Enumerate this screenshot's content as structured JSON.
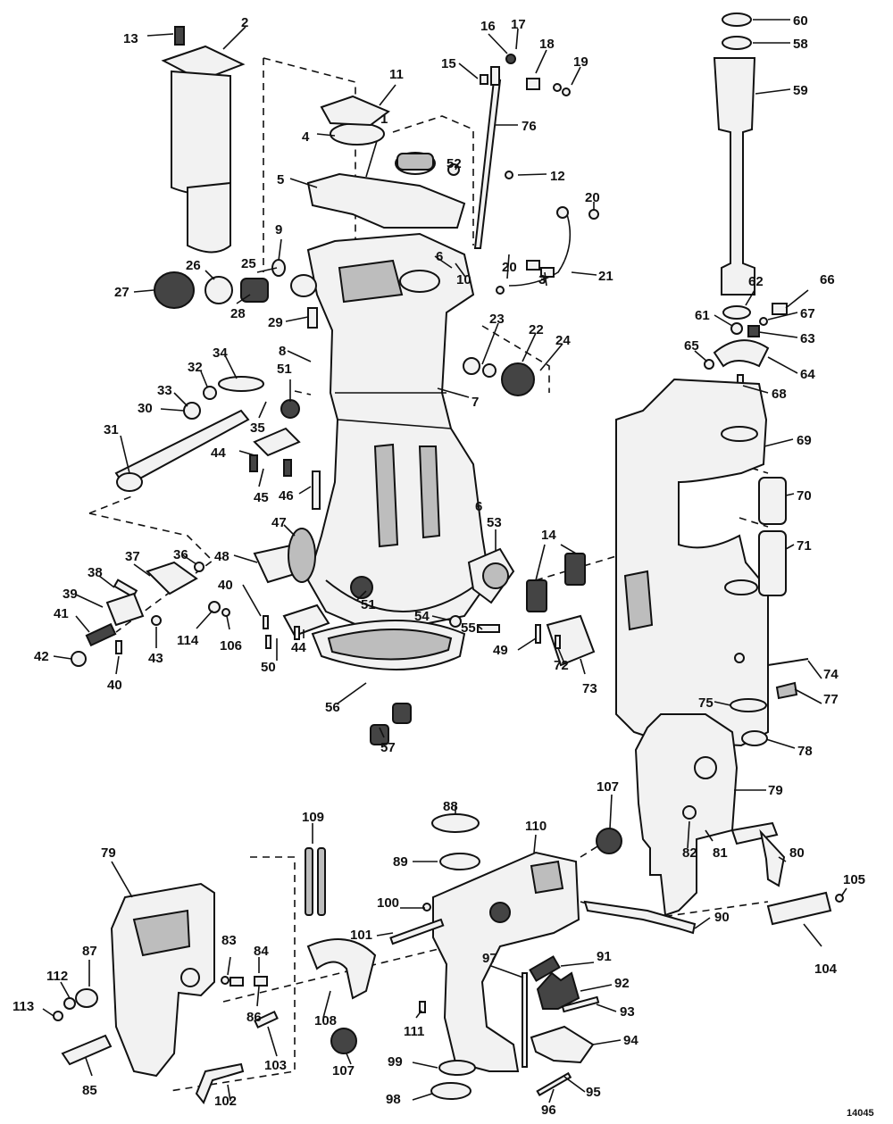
{
  "reference_number": "14045",
  "callouts": [
    {
      "label": "1"
    },
    {
      "label": "2"
    },
    {
      "label": "3"
    },
    {
      "label": "4"
    },
    {
      "label": "5"
    },
    {
      "label": "6"
    },
    {
      "label": "6"
    },
    {
      "label": "7"
    },
    {
      "label": "8"
    },
    {
      "label": "9"
    },
    {
      "label": "10"
    },
    {
      "label": "11"
    },
    {
      "label": "12"
    },
    {
      "label": "13"
    },
    {
      "label": "14"
    },
    {
      "label": "15"
    },
    {
      "label": "16"
    },
    {
      "label": "17"
    },
    {
      "label": "18"
    },
    {
      "label": "19"
    },
    {
      "label": "20"
    },
    {
      "label": "20"
    },
    {
      "label": "21"
    },
    {
      "label": "22"
    },
    {
      "label": "23"
    },
    {
      "label": "24"
    },
    {
      "label": "25"
    },
    {
      "label": "26"
    },
    {
      "label": "27"
    },
    {
      "label": "28"
    },
    {
      "label": "29"
    },
    {
      "label": "30"
    },
    {
      "label": "31"
    },
    {
      "label": "32"
    },
    {
      "label": "33"
    },
    {
      "label": "34"
    },
    {
      "label": "35"
    },
    {
      "label": "36"
    },
    {
      "label": "37"
    },
    {
      "label": "38"
    },
    {
      "label": "39"
    },
    {
      "label": "40"
    },
    {
      "label": "40"
    },
    {
      "label": "41"
    },
    {
      "label": "42"
    },
    {
      "label": "43"
    },
    {
      "label": "44"
    },
    {
      "label": "44"
    },
    {
      "label": "45"
    },
    {
      "label": "46"
    },
    {
      "label": "47"
    },
    {
      "label": "48"
    },
    {
      "label": "49"
    },
    {
      "label": "50"
    },
    {
      "label": "51"
    },
    {
      "label": "51"
    },
    {
      "label": "52"
    },
    {
      "label": "53"
    },
    {
      "label": "54"
    },
    {
      "label": "55"
    },
    {
      "label": "56"
    },
    {
      "label": "57"
    },
    {
      "label": "58"
    },
    {
      "label": "59"
    },
    {
      "label": "60"
    },
    {
      "label": "61"
    },
    {
      "label": "62"
    },
    {
      "label": "63"
    },
    {
      "label": "64"
    },
    {
      "label": "65"
    },
    {
      "label": "66"
    },
    {
      "label": "67"
    },
    {
      "label": "68"
    },
    {
      "label": "69"
    },
    {
      "label": "70"
    },
    {
      "label": "71"
    },
    {
      "label": "72"
    },
    {
      "label": "73"
    },
    {
      "label": "74"
    },
    {
      "label": "75"
    },
    {
      "label": "76"
    },
    {
      "label": "77"
    },
    {
      "label": "78"
    },
    {
      "label": "79"
    },
    {
      "label": "79"
    },
    {
      "label": "80"
    },
    {
      "label": "81"
    },
    {
      "label": "82"
    },
    {
      "label": "83"
    },
    {
      "label": "84"
    },
    {
      "label": "85"
    },
    {
      "label": "86"
    },
    {
      "label": "87"
    },
    {
      "label": "88"
    },
    {
      "label": "89"
    },
    {
      "label": "90"
    },
    {
      "label": "91"
    },
    {
      "label": "92"
    },
    {
      "label": "93"
    },
    {
      "label": "94"
    },
    {
      "label": "95"
    },
    {
      "label": "96"
    },
    {
      "label": "97"
    },
    {
      "label": "98"
    },
    {
      "label": "99"
    },
    {
      "label": "100"
    },
    {
      "label": "101"
    },
    {
      "label": "102"
    },
    {
      "label": "103"
    },
    {
      "label": "104"
    },
    {
      "label": "105"
    },
    {
      "label": "106"
    },
    {
      "label": "107"
    },
    {
      "label": "107"
    },
    {
      "label": "108"
    },
    {
      "label": "109"
    },
    {
      "label": "110"
    },
    {
      "label": "111"
    },
    {
      "label": "112"
    },
    {
      "label": "113"
    },
    {
      "label": "114"
    }
  ]
}
